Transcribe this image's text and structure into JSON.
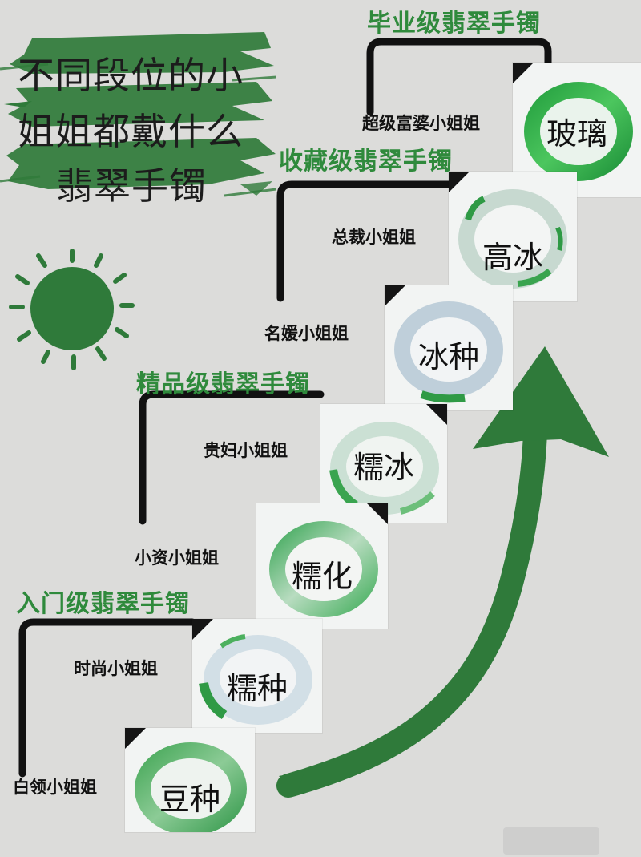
{
  "title": {
    "line1": "不同段位的小",
    "line2": "姐姐都戴什么",
    "line3": "翡翠手镯"
  },
  "tiers": [
    {
      "label": "毕业级翡翠手镯"
    },
    {
      "label": "收藏级翡翠手镯"
    },
    {
      "label": "精品级翡翠手镯"
    },
    {
      "label": "入门级翡翠手镯"
    }
  ],
  "steps": [
    {
      "person": "超级富婆小姐姐",
      "grade": "玻璃"
    },
    {
      "person": "总裁小姐姐",
      "grade": "高冰"
    },
    {
      "person": "名媛小姐姐",
      "grade": "冰种"
    },
    {
      "person": "贵妇小姐姐",
      "grade": "糯冰"
    },
    {
      "person": "小资小姐姐",
      "grade": "糯化"
    },
    {
      "person": "时尚小姐姐",
      "grade": "糯种"
    },
    {
      "person": "白领小姐姐",
      "grade": "豆种"
    }
  ],
  "colors": {
    "background": "#dcdcda",
    "accent_green": "#2f8a3c",
    "line_black": "#111111"
  }
}
